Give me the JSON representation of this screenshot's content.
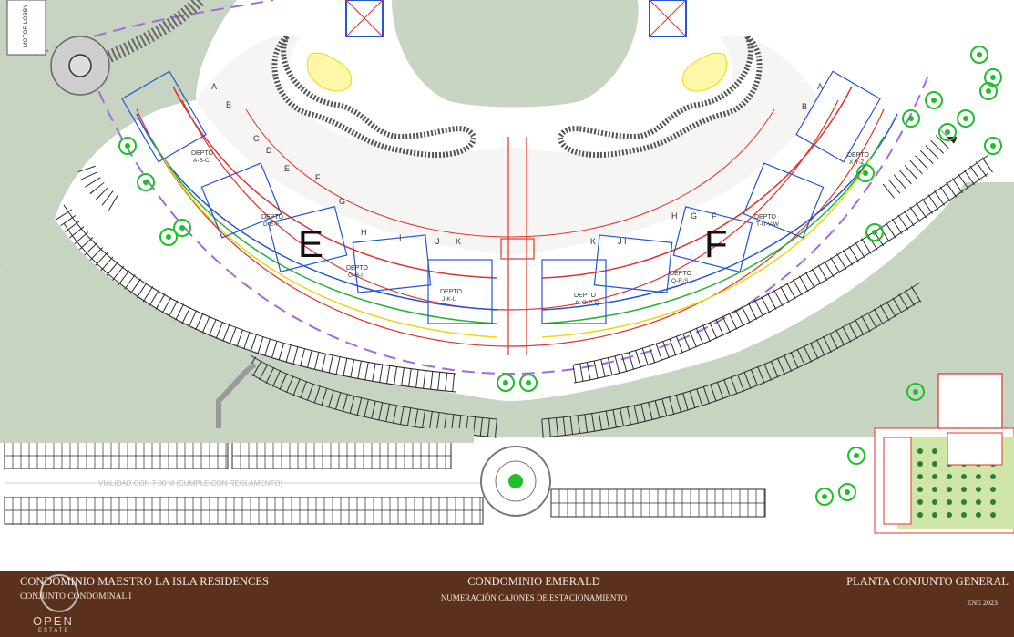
{
  "plan": {
    "building_labels": [
      "E",
      "F"
    ],
    "motor_lobby_label": "MOTOR LOBBY",
    "road_label": "VIALIDAD CON 7.00 M (CUMPLE CON REGLAMENTO)",
    "unit_letters_left": [
      "A",
      "B",
      "C",
      "D",
      "E",
      "F",
      "G",
      "H",
      "I",
      "J",
      "K"
    ],
    "unit_letters_right": [
      "B",
      "A",
      "G",
      "F",
      "H",
      "I",
      "J",
      "K"
    ],
    "depto_labels": [
      {
        "line1": "DEPTO",
        "line2": "A-B-C"
      },
      {
        "line1": "DEPTO",
        "line2": "D-E-F"
      },
      {
        "line1": "DEPTO",
        "line2": "G-H-I"
      },
      {
        "line1": "DEPTO",
        "line2": "J-K-L"
      },
      {
        "line1": "DEPTO",
        "line2": "N-O-P-Q"
      },
      {
        "line1": "DEPTO",
        "line2": "Q-R-S"
      },
      {
        "line1": "DEPTO",
        "line2": "T-U-V-W"
      },
      {
        "line1": "DEPTO",
        "line2": "X-Y-Z"
      }
    ],
    "colors": {
      "ground": "#c7d3c1",
      "plaza": "#f6f3f0",
      "parking_line": "#2b2b2b",
      "wall_red": "#e0332b",
      "wall_blue": "#2456d6",
      "wall_green": "#26b13a",
      "wall_yellow": "#e8d90e",
      "circulation_purple": "#a16be0",
      "tree_green": "#1fbf2a",
      "road_gray": "#9a9a9a"
    }
  },
  "titlebar": {
    "left_title": "CONDOMINIO MAESTRO LA ISLA RESIDENCES",
    "left_subtitle": "CONJUNTO CONDOMINAL I",
    "center_title": "CONDOMINIO EMERALD",
    "center_subtitle": "NUMERACIÓN CAJONES DE ESTACIONAMIENTO",
    "right_title": "PLANTA CONJUNTO GENERAL",
    "right_date": "ENE 2023",
    "watermark": "OPEN",
    "watermark_sub": "ESTATE"
  }
}
